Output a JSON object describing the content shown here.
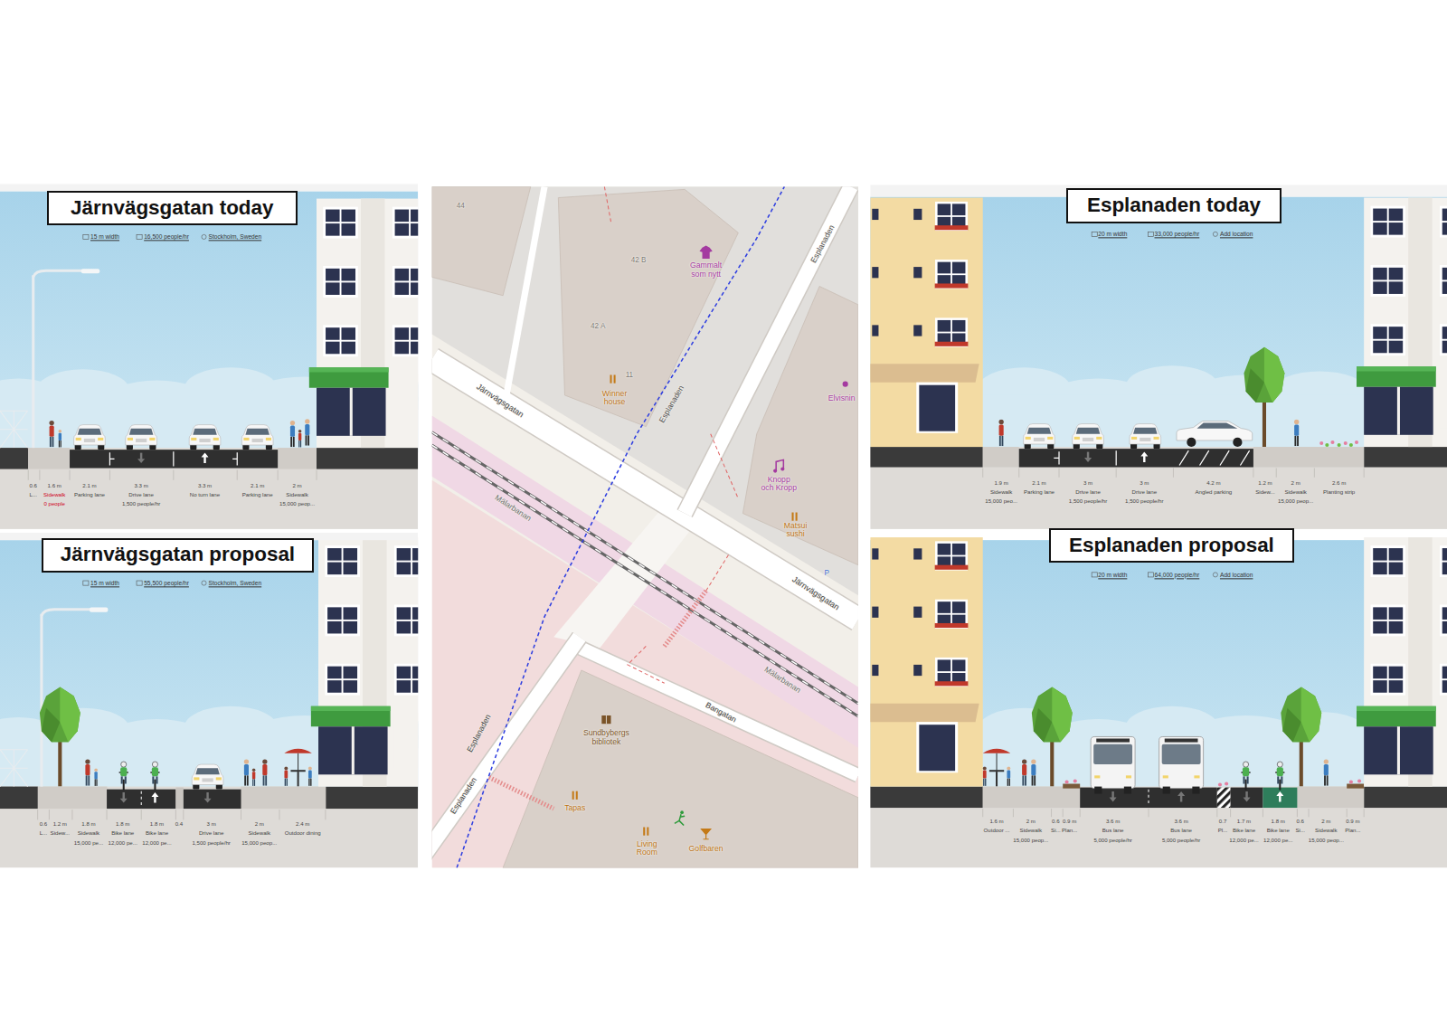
{
  "diagram": {
    "nodes": [
      {
        "text": [
          "Järnvägsgatan today"
        ]
      },
      {
        "text": [
          "Järnvägsgatan proposal"
        ]
      },
      {
        "text": [
          "Esplanaden today"
        ]
      },
      {
        "text": [
          "Esplanaden proposal"
        ]
      }
    ],
    "labels": [
      "15 m width",
      "16,500 people/hr",
      "Stockholm, Sweden",
      "0.6",
      "L...",
      "1.6 m",
      "Sidewalk",
      "0 people",
      "2.1 m",
      "Parking lane",
      "3.3 m",
      "Drive lane",
      "1,500 people/hr",
      "3.3 m",
      "No turn lane",
      "2.1 m",
      "Parking lane",
      "2 m",
      "Sidewalk",
      "15,000 peop...",
      "15 m width",
      "55,500 people/hr",
      "Stockholm, Sweden",
      "0.6",
      "L...",
      "1.2 m",
      "Sidew...",
      "1.8 m",
      "Sidewalk",
      "15,000 pe...",
      "1.8 m",
      "Bike lane",
      "12,000 pe...",
      "1.8 m",
      "Bike lane",
      "12,000 pe...",
      "0.4",
      "3 m",
      "Drive lane",
      "1,500 people/hr",
      "2 m",
      "Sidewalk",
      "15,000 peop...",
      "2.4 m",
      "Outdoor dining",
      "44",
      "42 B",
      "42 A",
      "Gammalt som nytt",
      "11",
      "Winner house",
      "Esplanaden",
      "Järnvägsgatan",
      "Esplanaden",
      "Elvisnin",
      "Knopp och Kropp",
      "Matsui sushi",
      "P",
      "Järnvägsgatan",
      "Mälarbanan",
      "Mälarbanan",
      "Bangatan",
      "Esplanaden",
      "Esplanaden",
      "Sundbybergs bibliotek",
      "Tapas",
      "Living Room",
      "Golfbaren",
      "20 m width",
      "33,000 people/hr",
      "Add location",
      "1.9 m",
      "Sidewalk",
      "15,000 peo...",
      "2.1 m",
      "Parking lane",
      "3 m",
      "Drive lane",
      "1,500 people/hr",
      "3 m",
      "Drive lane",
      "1,500 people/hr",
      "4.2 m",
      "Angled parking",
      "1.2 m",
      "Sidew...",
      "2 m",
      "Sidewalk",
      "15,000 peop...",
      "2.6 m",
      "Planting strip",
      "20 m width",
      "64,000 people/hr",
      "Add location",
      "1.6 m",
      "Outdoor ...",
      "2 m",
      "Sidewalk",
      "15,000 peop...",
      "0.6",
      "Si...",
      "0.9 m",
      "Plan...",
      "3.6 m",
      "Bus lane",
      "5,000 people/hr",
      "3.6 m",
      "Bus lane",
      "5,000 people/hr",
      "0.7",
      "Pl...",
      "1.7 m",
      "Bike lane",
      "12,000 pe...",
      "1.8 m",
      "Bike lane",
      "12,000 pe...",
      "0.6",
      "Si...",
      "2 m",
      "Sidewalk",
      "15,000 peop...",
      "0.9 m",
      "Plan..."
    ]
  }
}
